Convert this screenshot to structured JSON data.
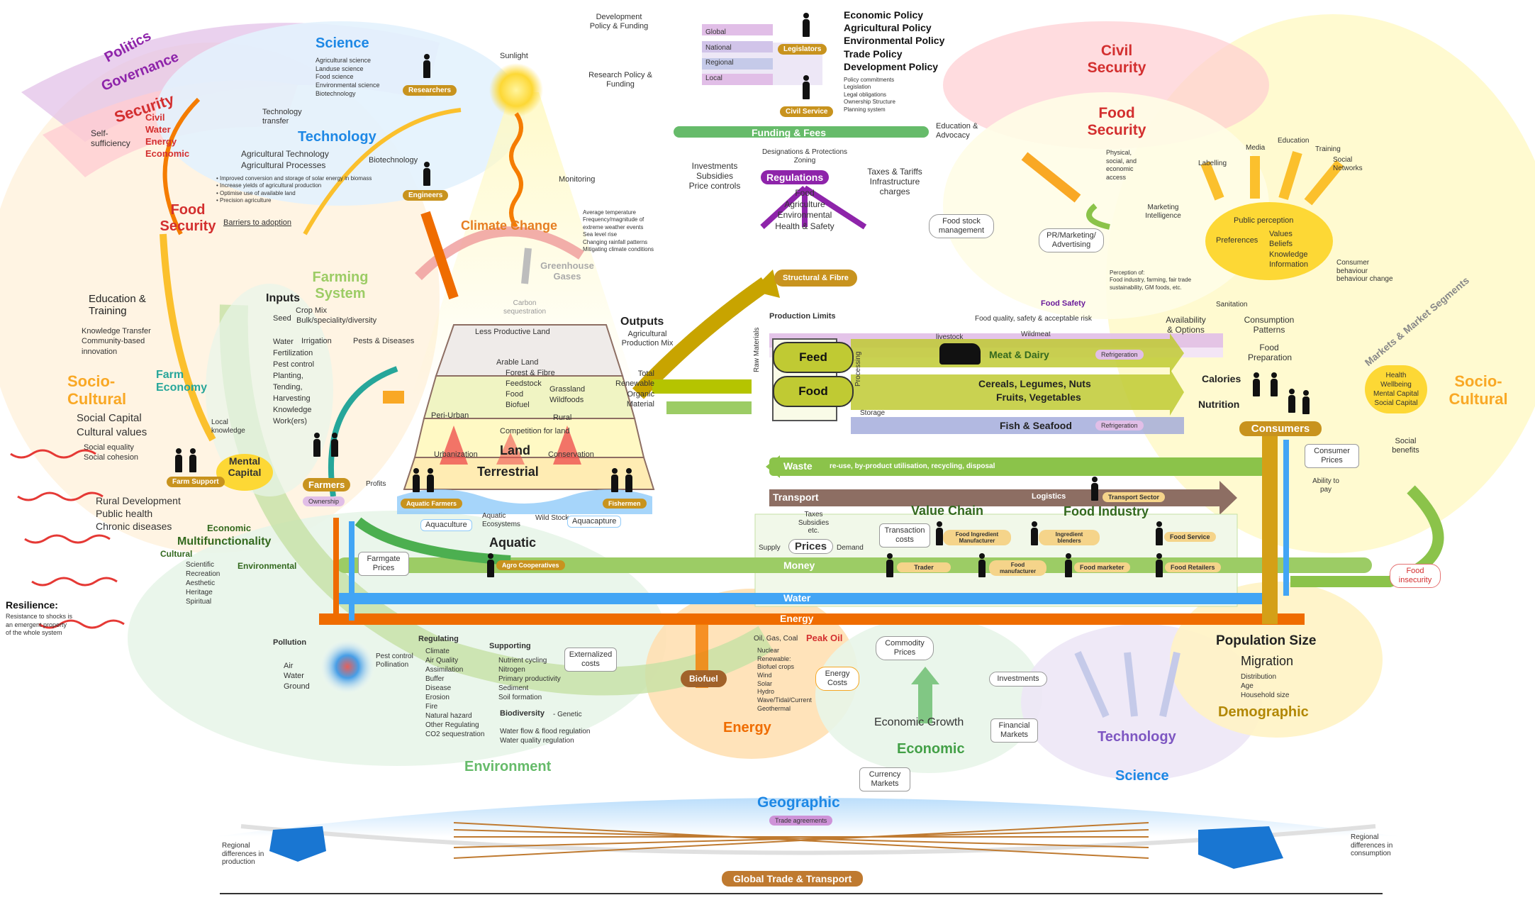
{
  "top": {
    "science": "Science",
    "science_list": [
      "Agricultural science",
      "Landuse science",
      "Food science",
      "Environmental science",
      "Biotechnology"
    ],
    "researchers": "Researchers",
    "technology": "Technology",
    "technology_transfer": "Technology transfer",
    "tech_list": [
      "Agricultural Technology",
      "Agricultural Processes"
    ],
    "biotechnology": "Biotechnology",
    "tech_bullets": [
      "• Improved conversion and storage of solar energy in biomass",
      "• Increase yields of agricultural production",
      "• Optimise use of available land",
      "• Precision agriculture"
    ],
    "engineers": "Engineers",
    "barriers": "Barriers to adoption",
    "sunlight": "Sunlight",
    "monitoring": "Monitoring",
    "dev_policy_funding": "Development Policy & Funding",
    "research_policy_funding": "Research Policy & Funding",
    "gov_levels": [
      "Global",
      "National",
      "Regional",
      "Local"
    ],
    "legislators": "Legislators",
    "civil_service": "Civil Service",
    "policies": [
      "Economic Policy",
      "Agricultural Policy",
      "Environmental Policy",
      "Trade Policy",
      "Development Policy"
    ],
    "policy_details": [
      "Policy commitments",
      "Legislation",
      "Legal obligations",
      "Ownership Structure",
      "Planning system"
    ],
    "funding_fees": "Funding & Fees",
    "investments": "Investments Subsidies Price controls",
    "designations": "Designations & Protections Zoning",
    "regulations": "Regulations",
    "regulation_list": [
      "Food",
      "Agriculture",
      "Environmental",
      "Health & Safety"
    ],
    "taxes": "Taxes & Tariffs Infrastructure charges",
    "education_advocacy": "Education & Advocacy",
    "climate_details": [
      "Average temperature",
      "Frequency/magnitude of",
      "extreme weather events",
      "Sea level rise",
      "Changing rainfall patterns",
      "Mitigating climate conditions"
    ]
  },
  "left": {
    "politics": "Politics",
    "governance": "Governance",
    "security": "Security",
    "self_sufficiency": "Self-sufficiency",
    "security_list": [
      "Civil",
      "Water",
      "Energy",
      "Economic"
    ],
    "food_security": "Food Security",
    "education_training": "Education & Training",
    "edu_list": [
      "Knowledge Transfer",
      "Community-based",
      "innovation"
    ],
    "socio_cultural": "Socio-Cultural",
    "social_list": [
      "Social Capital",
      "Cultural values"
    ],
    "social_small": [
      "Social equality",
      "Social cohesion"
    ],
    "farm_economy": "Farm Economy",
    "local_knowledge": "Local knowledge",
    "mental_capital": "Mental Capital",
    "farm_support": "Farm Support",
    "rural_list": [
      "Rural Development",
      "Public health",
      "Chronic diseases"
    ],
    "economic": "Economic",
    "multifunctionality": "Multifunctionality",
    "cultural": "Cultural",
    "cultural_list": [
      "Scientific",
      "Recreation",
      "Aesthetic",
      "Heritage",
      "Spiritual"
    ],
    "environmental": "Environmental",
    "resilience": "Resilience:",
    "resilience_desc": [
      "Resistance to shocks is",
      "an emergent property",
      "of the whole system"
    ]
  },
  "farming": {
    "farming_system": "Farming System",
    "inputs": "Inputs",
    "seed": "Seed",
    "crop_mix": "Crop Mix",
    "bulk_specialty": "Bulk/speciality/diversity",
    "inputs_list": [
      "Water",
      "Fertilization",
      "Pest control",
      "Planting,",
      "Tending,",
      "Harvesting",
      "Knowledge",
      "Work(ers)"
    ],
    "irrigation": "Irrigation",
    "pests": "Pests & Diseases",
    "farmers": "Farmers",
    "profits": "Profits",
    "ownership": "Ownership",
    "farmgate": "Farmgate Prices",
    "carbon": "Carbon sequestration",
    "land_layers": [
      "Less Productive Land",
      "Arable Land",
      "Forest & Fibre",
      "Feedstock",
      "Food",
      "Biofuel",
      "Peri-Urban",
      "Competition for land",
      "Urbanization",
      "Conservation"
    ],
    "grassland": "Grassland",
    "wildfoods": "Wildfoods",
    "rural": "Rural",
    "land": "Land",
    "terrestrial": "Terrestrial",
    "outputs": "Outputs",
    "production_mix": "Agricultural Production Mix",
    "output_list": [
      "Total",
      "Renewable",
      "Organic",
      "Material"
    ],
    "aquatic_farmers": "Aquatic Farmers",
    "fishermen": "Fishermen",
    "aquatic_eco": "Aquatic Ecosystems",
    "wild_stock": "Wild Stock",
    "aquaculture": "Aquaculture",
    "aquacapture": "Aquacapture",
    "aquatic": "Aquatic",
    "agro_cooperatives": "Agro Cooperatives",
    "climate_change": "Climate Change",
    "ghg": "Greenhouse Gases"
  },
  "chain": {
    "structural_fibre": "Structural & Fibre",
    "food_safety": "Food Safety",
    "food_safety_detail": "Food quality, safety & acceptable risk",
    "sanitation": "Sanitation",
    "production_limits": "Production Limits",
    "feed": "Feed",
    "food": "Food",
    "raw_materials": "Raw Materials",
    "processing": "Processing",
    "livestock": "livestock",
    "wildmeat": "Wildmeat",
    "meat_dairy": "Meat & Dairy",
    "refrigeration": "Refrigeration",
    "cereals": "Cereals, Legumes, Nuts",
    "fruits": "Fruits, Vegetables",
    "fish": "Fish & Seafood",
    "storage": "Storage",
    "waste": "Waste",
    "waste_detail": "re-use, by-product utilisation, recycling, disposal",
    "transport": "Transport",
    "logistics": "Logistics",
    "transport_sector": "Transport Sector",
    "taxes_subsidies": "Taxes Subsidies etc.",
    "value_chain": "Value Chain",
    "food_industry": "Food Industry",
    "supply": "Supply",
    "prices": "Prices",
    "demand": "Demand",
    "transaction": "Transaction costs",
    "actors": [
      "Food Ingredient Manufacturer",
      "Ingredient blenders",
      "Food Service",
      "Trader",
      "Food manufacturer",
      "Food marketer",
      "Food Retailers"
    ],
    "money": "Money",
    "water": "Water",
    "energy": "Energy",
    "externalized": "Externalized costs"
  },
  "right": {
    "civil_security": "Civil Security",
    "food_security": "Food Security",
    "fs_detail": [
      "Physical,",
      "social, and",
      "economic",
      "access"
    ],
    "food_stock": "Food stock management",
    "marketing": "Marketing Intelligence",
    "pr": "PR/Marketing/ Advertising",
    "labelling": "Labelling",
    "media": "Media",
    "education": "Education",
    "training": "Training",
    "social_networks": "Social Networks",
    "public_perception": "Public perception",
    "preferences": "Preferences",
    "perception_list": [
      "Values",
      "Beliefs",
      "Knowledge",
      "Information"
    ],
    "consumer_behaviour": "Consumer behaviour behaviour change",
    "perception_of": [
      "Perception of:",
      "Food industry, farming, fair trade",
      "sustainability, GM foods, etc."
    ],
    "availability": "Availability & Options",
    "consumption_patterns": "Consumption Patterns",
    "food_preparation": "Food Preparation",
    "calories": "Calories",
    "nutrition": "Nutrition",
    "consumers": "Consumers",
    "markets_segments": "Markets & Market Segments",
    "health_list": [
      "Health",
      "Wellbeing",
      "Mental Capital",
      "Social Capital"
    ],
    "socio_cultural": "Socio-Cultural",
    "social_benefits": "Social benefits",
    "consumer_prices": "Consumer Prices",
    "ability_to_pay": "Ability to pay",
    "food_insecurity": "Food insecurity"
  },
  "bottom": {
    "pollution": "Pollution",
    "pollution_list": [
      "Air",
      "Water",
      "Ground"
    ],
    "pest_control": "Pest control Pollination",
    "regulating": "Regulating",
    "regulating_list": [
      "Climate",
      "Air Quality",
      "Assimilation",
      "Buffer",
      "Disease",
      "Erosion",
      "Fire",
      "Natural hazard",
      "Other Regulating",
      "CO2 sequestration"
    ],
    "supporting": "Supporting",
    "supporting_list": [
      "Nutrient cycling",
      "Nitrogen",
      "Primary productivity",
      "Sediment",
      "Soil formation"
    ],
    "biodiversity": "Biodiversity",
    "genetic": "- Genetic",
    "water_flow": [
      "Water flow & flood regulation",
      "Water quality regulation"
    ],
    "environment": "Environment",
    "biofuel": "Biofuel",
    "energy": "Energy",
    "oil": "Oil, Gas, Coal",
    "peak_oil": "Peak Oil",
    "energy_list": [
      "Nuclear",
      "Renewable:",
      "Biofuel crops",
      "Wind",
      "Solar",
      "Hydro",
      "Wave/Tidal/Current",
      "Geothermal"
    ],
    "energy_costs": "Energy Costs",
    "commodity_prices": "Commodity Prices",
    "economic_growth": "Economic Growth",
    "economic": "Economic",
    "investments": "Investments",
    "financial_markets": "Financial Markets",
    "currency_markets": "Currency Markets",
    "technology": "Technology",
    "science": "Science",
    "population_size": "Population Size",
    "migration": "Migration",
    "demo_list": [
      "Distribution",
      "Age",
      "Household size"
    ],
    "demographic": "Demographic",
    "geographic": "Geographic",
    "trade_agreements": "Trade agreements",
    "global_trade": "Global Trade & Transport",
    "regional_production": "Regional differences in production",
    "regional_consumption": "Regional differences in consumption"
  },
  "colors": {
    "green": "#7cb342",
    "orange": "#f57c00",
    "blue": "#4a90d9",
    "purple": "#a04ab0",
    "red": "#d32f2f",
    "brown": "#9c6b2e",
    "yellow": "#fdd835"
  }
}
